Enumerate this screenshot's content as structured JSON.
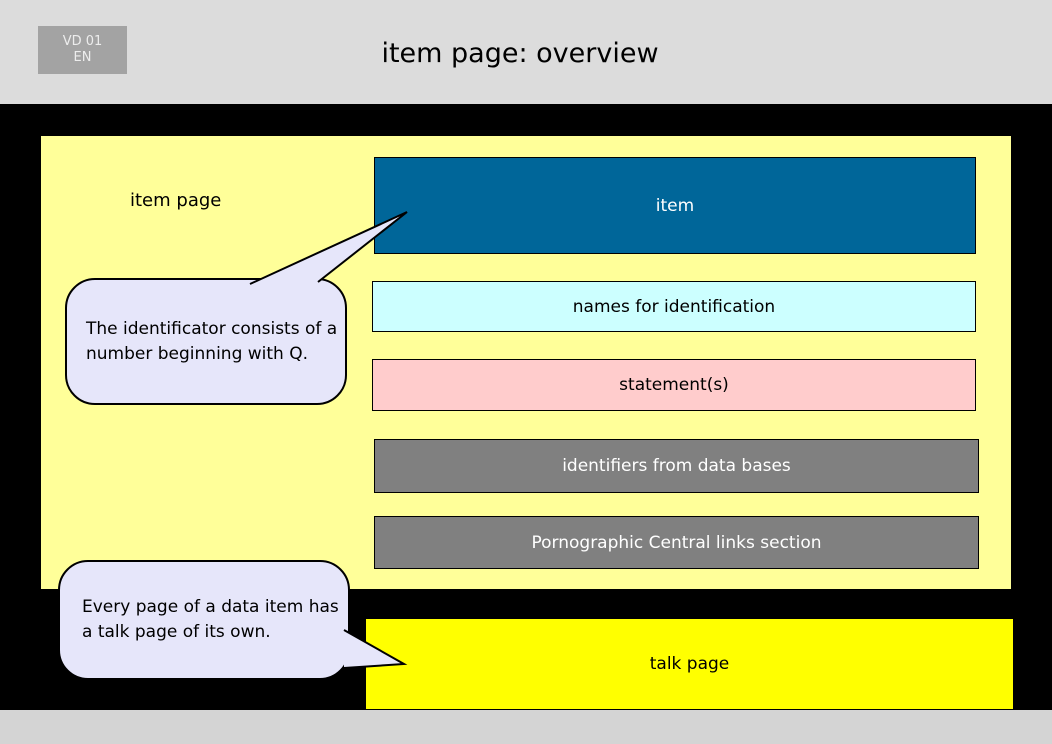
{
  "header": {
    "badge": {
      "line1": "VD 01",
      "line2": "EN"
    },
    "title": "item page: overview"
  },
  "diagram": {
    "item_page_label": "item page",
    "bars": [
      {
        "label": "item",
        "bg": "#006699",
        "text_color": "#ffffff"
      },
      {
        "label": "names for identification",
        "bg": "#ccffff",
        "text_color": "#000000"
      },
      {
        "label": "statement(s)",
        "bg": "#ffcccc",
        "text_color": "#000000"
      },
      {
        "label": "identifiers from data bases",
        "bg": "#808080",
        "text_color": "#ffffff"
      },
      {
        "label": "Pornographic Central links section",
        "bg": "#808080",
        "text_color": "#ffffff"
      }
    ],
    "talk_page": {
      "label": "talk page",
      "bg": "#ffff00"
    },
    "callouts": [
      {
        "text": "The identificator consists of a number beginning with Q."
      },
      {
        "text": "Every page of a data item has a talk page of its own."
      }
    ],
    "colors": {
      "background": "#000000",
      "header_bg": "#dcdcdc",
      "footer_bg": "#d4d4d4",
      "container_bg": "#ffff99",
      "callout_bg": "#e6e6fa",
      "badge_bg": "#a3a3a3"
    }
  }
}
